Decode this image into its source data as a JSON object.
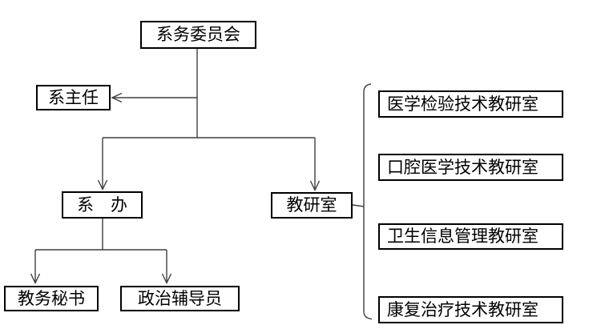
{
  "diagram": {
    "type": "org-chart",
    "background_color": "#ffffff",
    "line_color": "#3f3f3f",
    "box_border_color": "#000000",
    "text_color": "#000000",
    "nodes": {
      "committee": "系务委员会",
      "director": "系主任",
      "office": "系　办",
      "teaching_research_office": "教研室",
      "academic_secretary": "教务秘书",
      "political_counselor": "政治辅导员",
      "sub_offices": [
        "医学检验技术教研室",
        "口腔医学技术教研室",
        "卫生信息管理教研室",
        "康复治疗技术教研室"
      ]
    }
  }
}
